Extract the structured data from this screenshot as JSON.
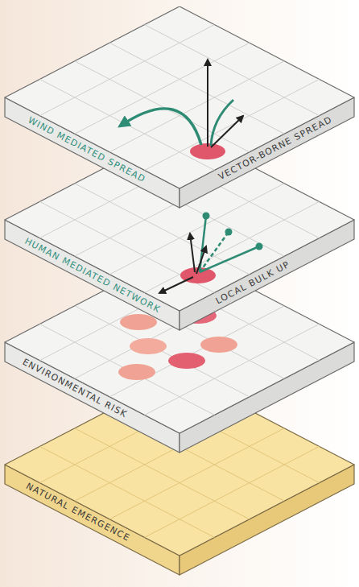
{
  "diagram": {
    "nodes": [
      {
        "text": [
          "WIND MEDIATED SPREAD",
          "VECTOR-BORNE SPREAD"
        ]
      },
      {
        "text": [
          "HUMAN MEDIATED NETWORK",
          "LOCAL BULK UP"
        ]
      },
      {
        "text": [
          "ENVIRONMENTAL RISK"
        ]
      },
      {
        "text": [
          "NATURAL EMERGENCE"
        ]
      }
    ]
  }
}
